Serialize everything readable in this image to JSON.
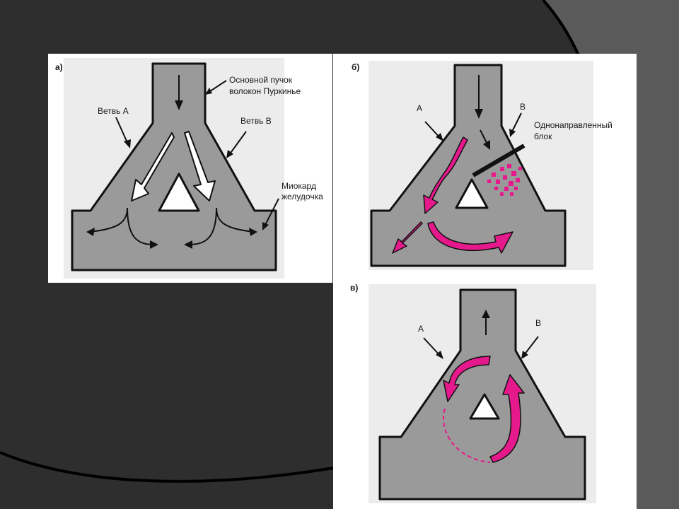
{
  "colors": {
    "background": "#2e2e2e",
    "panel": "#ffffff",
    "tissue": "#9a9a9a",
    "outline": "#111111",
    "impulse": "#e6198c"
  },
  "panel_a": {
    "tag": "а)",
    "main_bundle_line1": "Основной пучок",
    "main_bundle_line2": "волокон Пуркинье",
    "branch_a": "Ветвь А",
    "branch_b": "Ветвь В",
    "myocardium_line1": "Миокард",
    "myocardium_line2": "желудочка"
  },
  "panel_b": {
    "tag": "б)",
    "branch_a": "А",
    "branch_b": "В",
    "block_line1": "Однонаправленный",
    "block_line2": "блок"
  },
  "panel_c": {
    "tag": "в)",
    "branch_a": "А",
    "branch_b": "В"
  }
}
